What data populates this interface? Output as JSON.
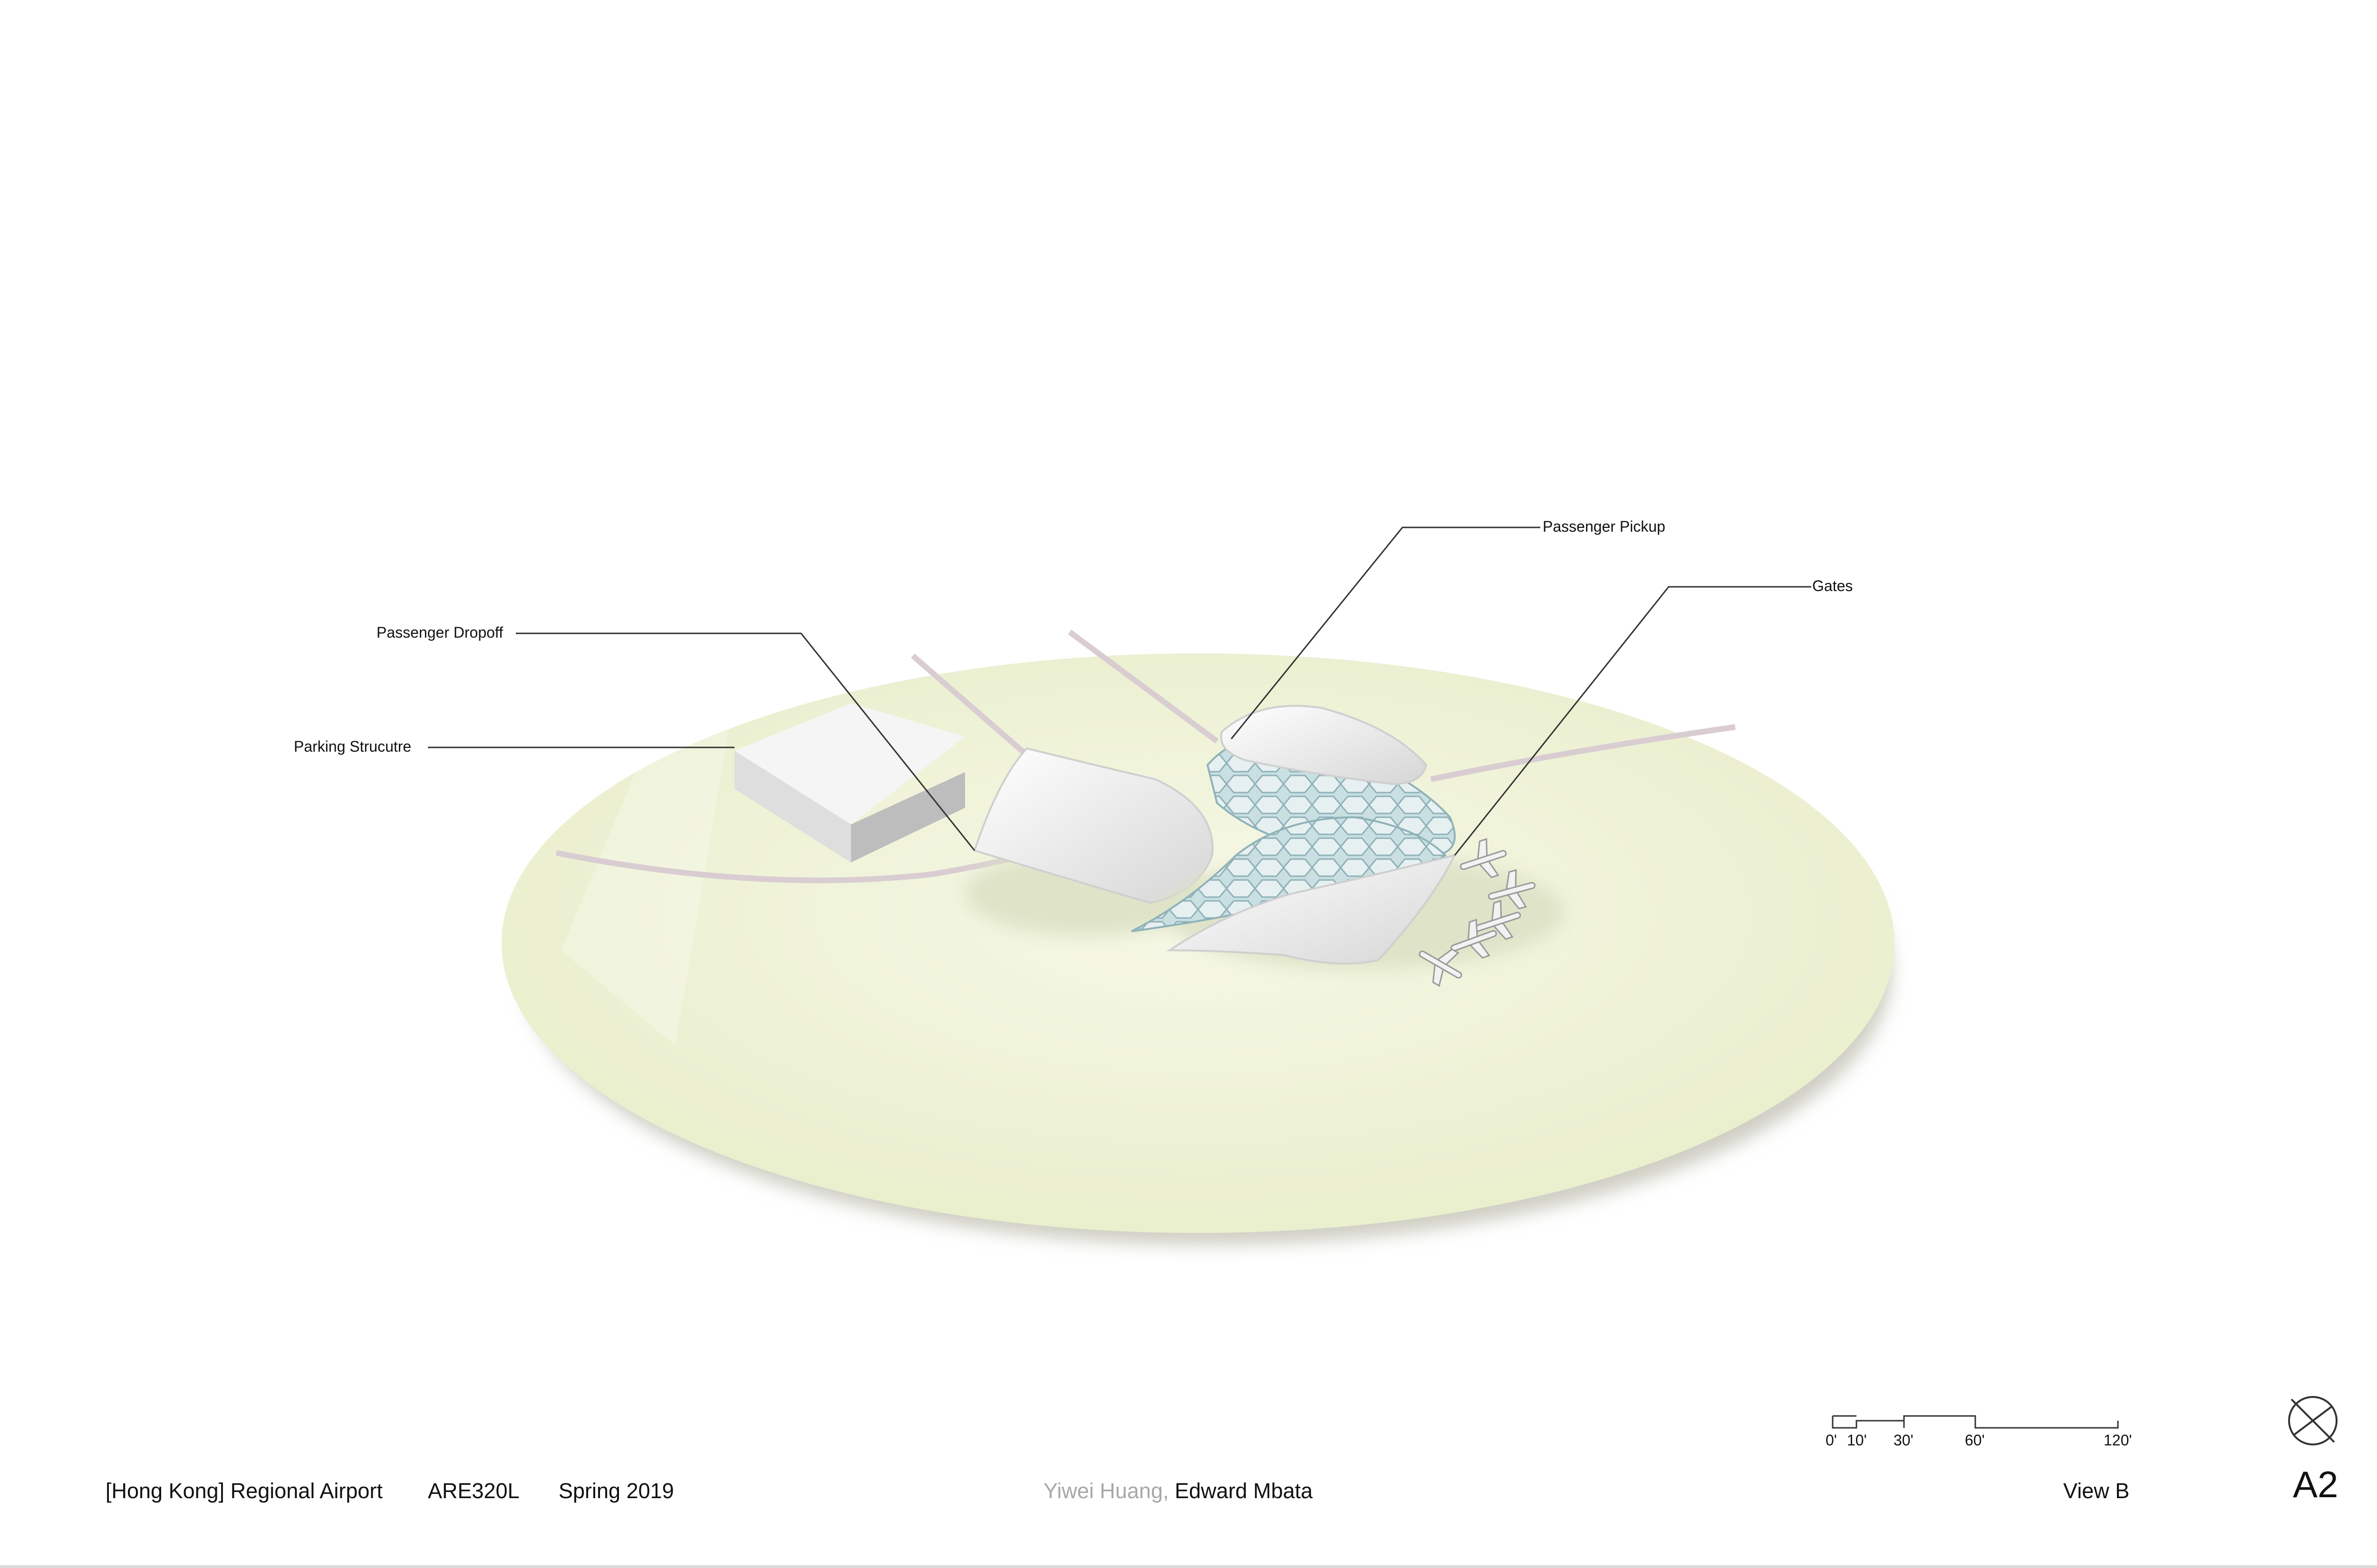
{
  "labels": {
    "passenger_pickup": "Passenger Pickup",
    "gates": "Gates",
    "passenger_dropoff": "Passenger Dropoff",
    "parking_structure": "Parking Strucutre"
  },
  "title_block": {
    "project": "[Hong Kong] Regional Airport",
    "course": "ARE320L",
    "term": "Spring 2019",
    "author_1": "Yiwei Huang,",
    "author_2": "Edward Mbata",
    "view": "View B",
    "sheet": "A2"
  },
  "scale_bar": {
    "ticks": [
      "0'",
      "10'",
      "30'",
      "60'",
      "120'"
    ]
  },
  "colors": {
    "site_fill": "#eff3d7",
    "road": "#d9cdd2",
    "structure": "#f4f4f4",
    "lattice": "#bfd8dc",
    "muted_text": "#a8a8a8"
  },
  "icons": {
    "north_arrow": "north-arrow-icon"
  }
}
